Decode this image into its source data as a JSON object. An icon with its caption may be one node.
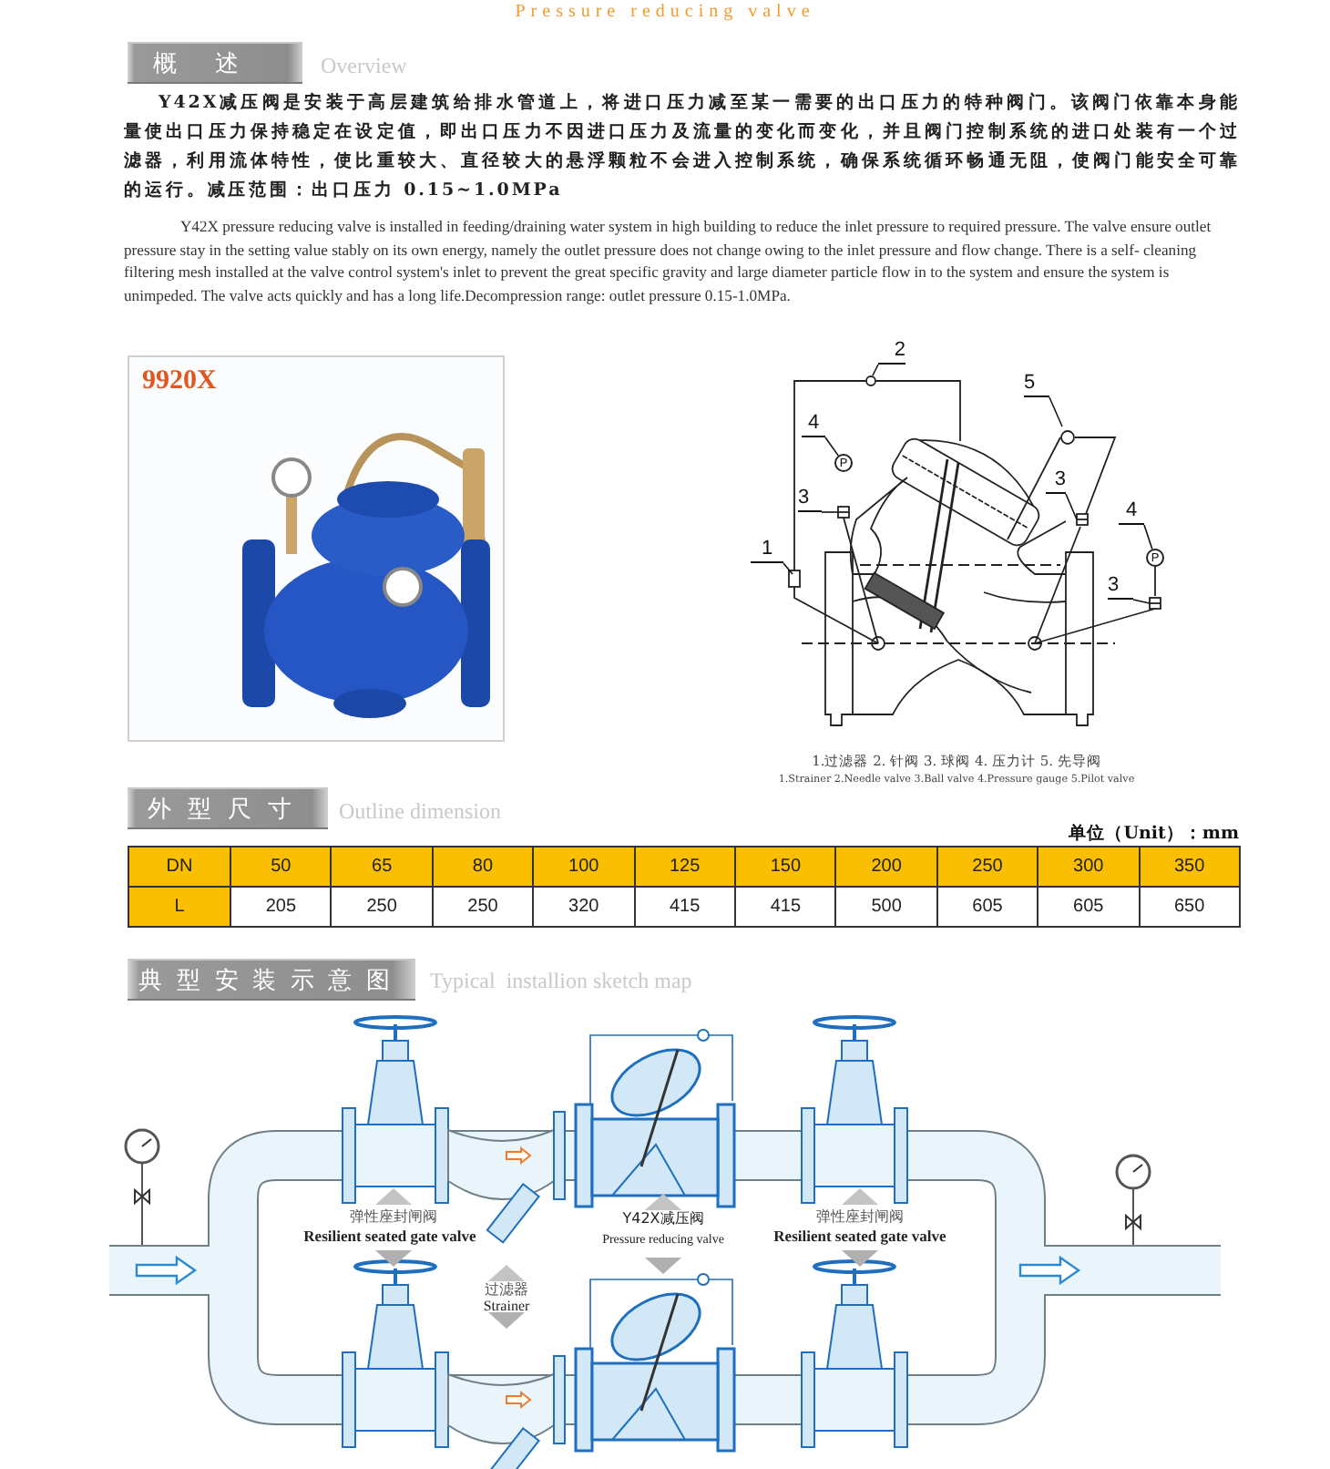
{
  "diagram": {
    "title": "Pressure reducing valve",
    "nodes": [
      {
        "text": [
          "概述"
        ],
        "beside": [
          "Overview"
        ]
      },
      {
        "text": [
          "2"
        ]
      },
      {
        "text": [
          "5"
        ]
      },
      {
        "text": [
          "4"
        ]
      },
      {
        "text": [
          "P"
        ]
      },
      {
        "text": [
          "3"
        ]
      },
      {
        "text": [
          "3"
        ]
      },
      {
        "text": [
          "4"
        ]
      },
      {
        "text": [
          "P"
        ]
      },
      {
        "text": [
          "3"
        ]
      },
      {
        "text": [
          "1"
        ]
      },
      {
        "text": [
          "外型尺寸"
        ],
        "beside": [
          "Outline dimension"
        ]
      },
      {
        "text": [
          "典型安装示意图"
        ],
        "beside": [
          "Typical  installion sketch map"
        ]
      }
    ],
    "edges": [
      {
        "from": 1,
        "to": null,
        "arrow": "none"
      },
      {
        "from": 2,
        "to": null,
        "arrow": "none"
      },
      {
        "from": 3,
        "to": 4,
        "arrow": "none"
      },
      {
        "from": 5,
        "to": null,
        "arrow": "none"
      },
      {
        "from": 6,
        "to": null,
        "arrow": "none"
      },
      {
        "from": 7,
        "to": 8,
        "arrow": "none"
      },
      {
        "from": 9,
        "to": null,
        "arrow": "none"
      },
      {
        "from": 10,
        "to": null,
        "arrow": "none"
      }
    ],
    "labels": [
      "Y42X减压阀是安装于高层建筑给排水管道上，将进口压力减至某一需要的出口压力的特种阀门。该阀门依靠本身能量使出口压力保持稳定在设定值，即出口压力不因进口压力及流量的变化而变化，并且阀门控制系统的进口处装有一个过滤器，利用流体特性，使比重较大、直径较大的悬浮颗粒不会进入控制系统，确保系统循环畅通无阻，使阀门能安全可靠的运行。减压范围：出口压力 0.15~1.0MPa",
      "Y42X pressure reducing valve is installed in feeding/draining water system in high building to reduce the inlet pressure to required pressure. The valve ensure outlet pressure stay in the setting value stably on its own energy, namely the outlet pressure does not change owing to the inlet pressure and flow change. There is a self- cleaning filtering mesh installed at the valve control system's inlet to prevent the great specific gravity and large diameter particle flow in to the system and ensure the system is unimpeded. The valve acts quickly and has a long life.Decompression range: outlet pressure 0.15-1.0MPa.",
      "9920X",
      "1.过滤器 2. 针阀 3. 球阀 4. 压力计 5. 先导阀",
      "1.Strainer 2.Needle valve 3.Ball valve 4.Pressure gauge 5.Pilot valve",
      "单位（Unit）：mm",
      "DN",
      "50",
      "65",
      "80",
      "100",
      "125",
      "150",
      "200",
      "250",
      "300",
      "350",
      "L",
      "205",
      "250",
      "250",
      "320",
      "415",
      "415",
      "500",
      "605",
      "605",
      "650",
      "弹性座封闸阀",
      "Resilient seated gate valve",
      "Y42X减压阀",
      "Pressure reducing valve",
      "弹性座封闸阀",
      "Resilient seated gate valve",
      "过滤器",
      "Strainer"
    ]
  }
}
